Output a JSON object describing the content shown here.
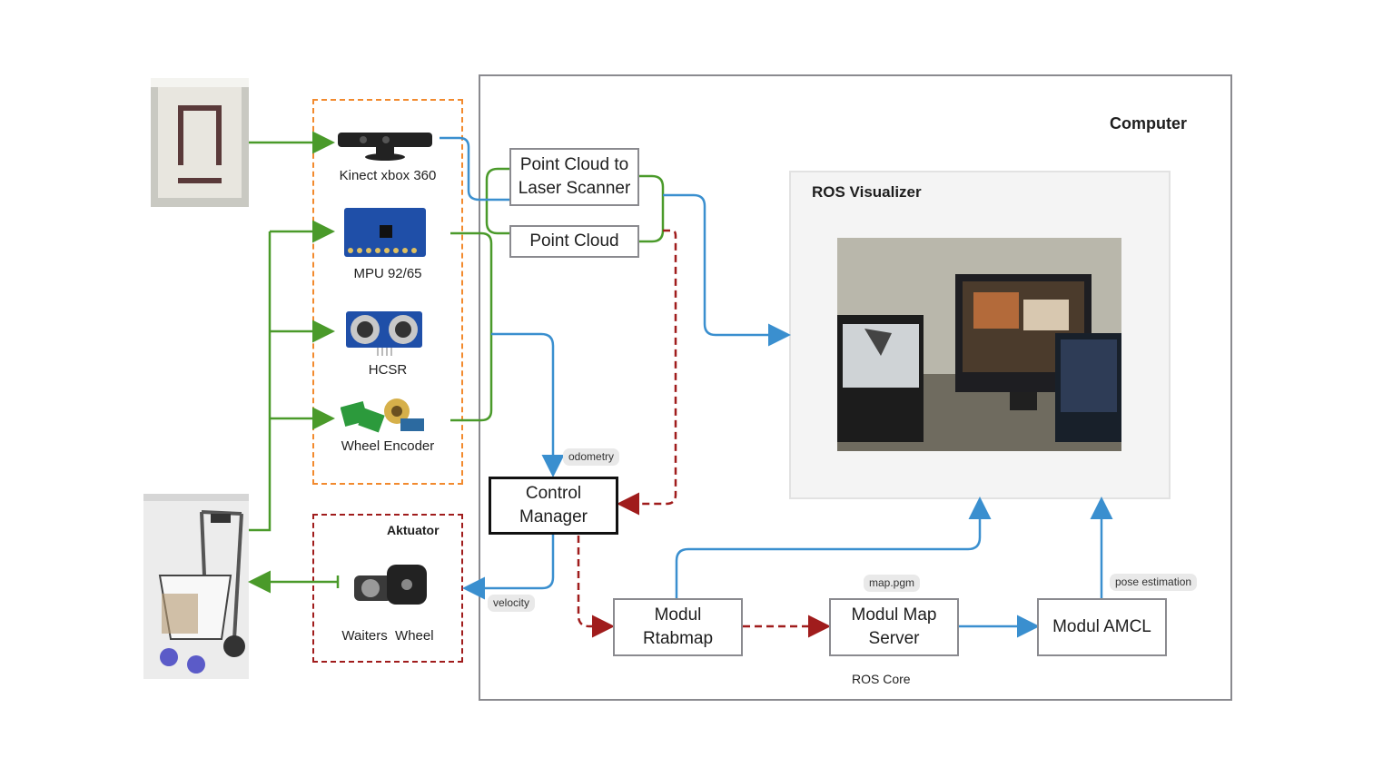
{
  "computer": {
    "label": "Computer"
  },
  "ros_visualizer": {
    "label": "ROS Visualizer"
  },
  "sensors": {
    "kinect": "Kinect xbox 360",
    "mpu": "MPU 92/65",
    "hcsr": "HCSR",
    "encoder": "Wheel Encoder"
  },
  "actuator": {
    "title": "Aktuator",
    "wheel": "Waiters  Wheel"
  },
  "nodes": {
    "pc_to_laser": [
      "Point Cloud to",
      "Laser Scanner"
    ],
    "point_cloud": "Point Cloud",
    "control_manager": [
      "Control",
      "Manager"
    ],
    "rtabmap": [
      "Modul",
      "Rtabmap"
    ],
    "map_server": [
      "Modul Map",
      "Server"
    ],
    "amcl": "Modul AMCL"
  },
  "tags": {
    "odometry": "odometry",
    "velocity": "velocity",
    "map_pgm": "map.pgm",
    "pose_estimation": "pose estimation"
  },
  "ros_core": "ROS Core",
  "colors": {
    "green": "#4a9a2a",
    "blue": "#3a8fcf",
    "darkred": "#a01c1c",
    "orange": "#f28a2e"
  }
}
